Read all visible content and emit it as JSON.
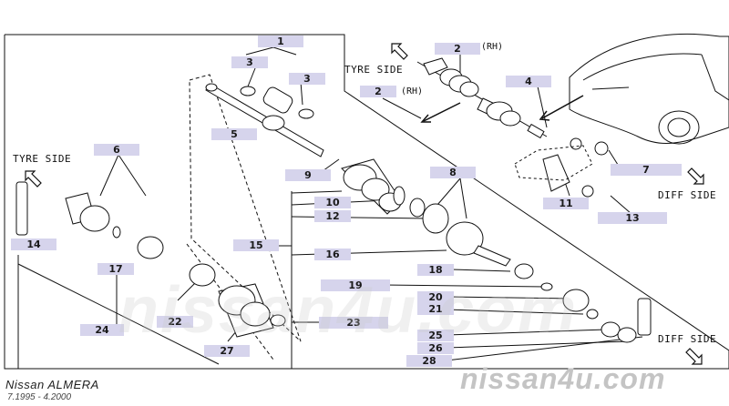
{
  "diagram": {
    "side_labels": {
      "tyre_side_top": "TYRE SIDE",
      "tyre_side_left": "TYRE SIDE",
      "diff_side_right": "DIFF SIDE",
      "diff_side_bottom": "DIFF SIDE",
      "rh_top": "(RH)",
      "rh_mid": "(RH)"
    },
    "callouts": {
      "p1": "1",
      "p2a": "2",
      "p2b": "2",
      "p3a": "3",
      "p3b": "3",
      "p4": "4",
      "p5": "5",
      "p6": "6",
      "p7": "7",
      "p8": "8",
      "p9": "9",
      "p10": "10",
      "p11": "11",
      "p12": "12",
      "p13": "13",
      "p14": "14",
      "p15": "15",
      "p16": "16",
      "p17": "17",
      "p18": "18",
      "p19": "19",
      "p20": "20",
      "p21": "21",
      "p22": "22",
      "p23": "23",
      "p24": "24",
      "p25": "25",
      "p26": "26",
      "p27": "27",
      "p28": "28"
    }
  },
  "footer": {
    "model": "Nissan ALMERA",
    "dates": "7.1995 - 4.2000",
    "watermark": "nissan4u.com",
    "watermark_big": "nissan4u.com"
  }
}
